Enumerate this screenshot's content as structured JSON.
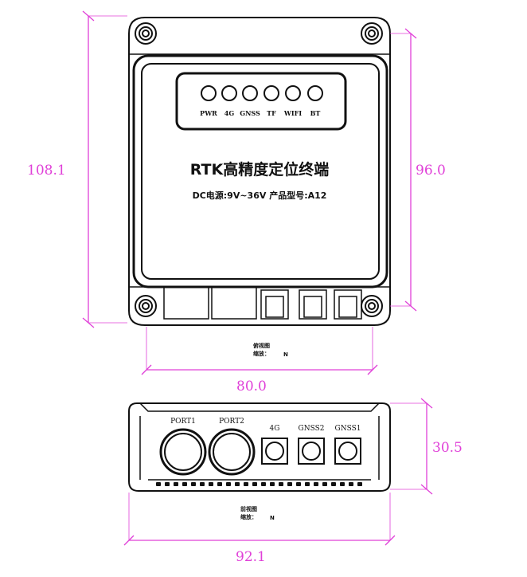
{
  "dimensions": {
    "height_total": "108.1",
    "height_body": "96.0",
    "width_body": "80.0",
    "width_total": "92.1",
    "depth": "30.5"
  },
  "device": {
    "title": "RTK高精度定位终端",
    "spec": "DC电源:9V~36V 产品型号:A12",
    "leds": [
      "PWR",
      "4G",
      "GNSS",
      "TF",
      "WIFI",
      "BT"
    ]
  },
  "captions": {
    "top_view_line1": "俯视图",
    "top_view_line2": "缩放：",
    "top_view_mark": "N",
    "side_view_line1": "前视图",
    "side_view_line2": "缩放：",
    "side_view_mark": "N"
  },
  "ports": {
    "port1": "PORT1",
    "port2": "PORT2",
    "cell": "4G",
    "gnss2": "GNSS2",
    "gnss1": "GNSS1"
  },
  "colors": {
    "dimension": "#e040d8",
    "outline": "#111111"
  }
}
